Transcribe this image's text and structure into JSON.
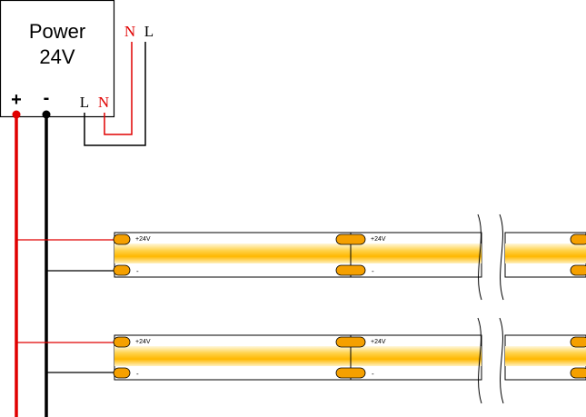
{
  "power_supply": {
    "title": "Power",
    "voltage": "24V",
    "plus_label": "+",
    "minus_label": "-"
  },
  "mains_input": {
    "neutral_label": "N",
    "line_label": "L"
  },
  "mains_terminals": {
    "line_label": "L",
    "neutral_label": "N"
  },
  "strip_labels": {
    "positive": "+24V",
    "negative": "-"
  },
  "colors": {
    "positive_wire": "#e00000",
    "negative_wire": "#000000",
    "neutral_wire": "#e00000",
    "line_wire": "#000000",
    "led_core": "#ffd700",
    "led_edge": "#f5a800",
    "pad": "#f5a000",
    "outline": "#000000"
  }
}
